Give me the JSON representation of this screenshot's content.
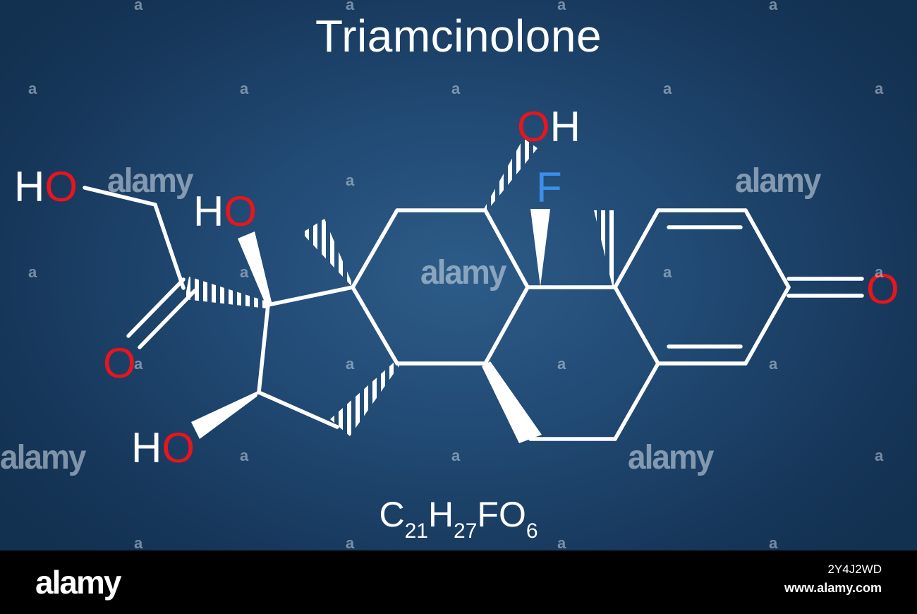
{
  "title": "Triamcinolone",
  "formula": {
    "parts": [
      {
        "text": "C",
        "sub": "21"
      },
      {
        "text": "H",
        "sub": "27"
      },
      {
        "text": "FO",
        "sub": "6"
      }
    ]
  },
  "atom_labels": {
    "oh_top": {
      "main": "O",
      "h": "H"
    },
    "f": "F",
    "ho_left": {
      "h": "H",
      "main": "O"
    },
    "ho_mid": {
      "h": "H",
      "main": "O"
    },
    "ho_bottom": {
      "h": "H",
      "main": "O"
    },
    "o_ketone_right": "O",
    "o_ketone_left": "O"
  },
  "colors": {
    "oxygen": "#e8151c",
    "fluorine": "#3b8fe8",
    "bond": "#ffffff",
    "background": "#1d4670"
  },
  "watermark": {
    "text": "alamy",
    "dot": "a"
  },
  "footer": {
    "logo": "alamy",
    "image_id": "2Y4J2WD",
    "site": "www.alamy.com"
  }
}
